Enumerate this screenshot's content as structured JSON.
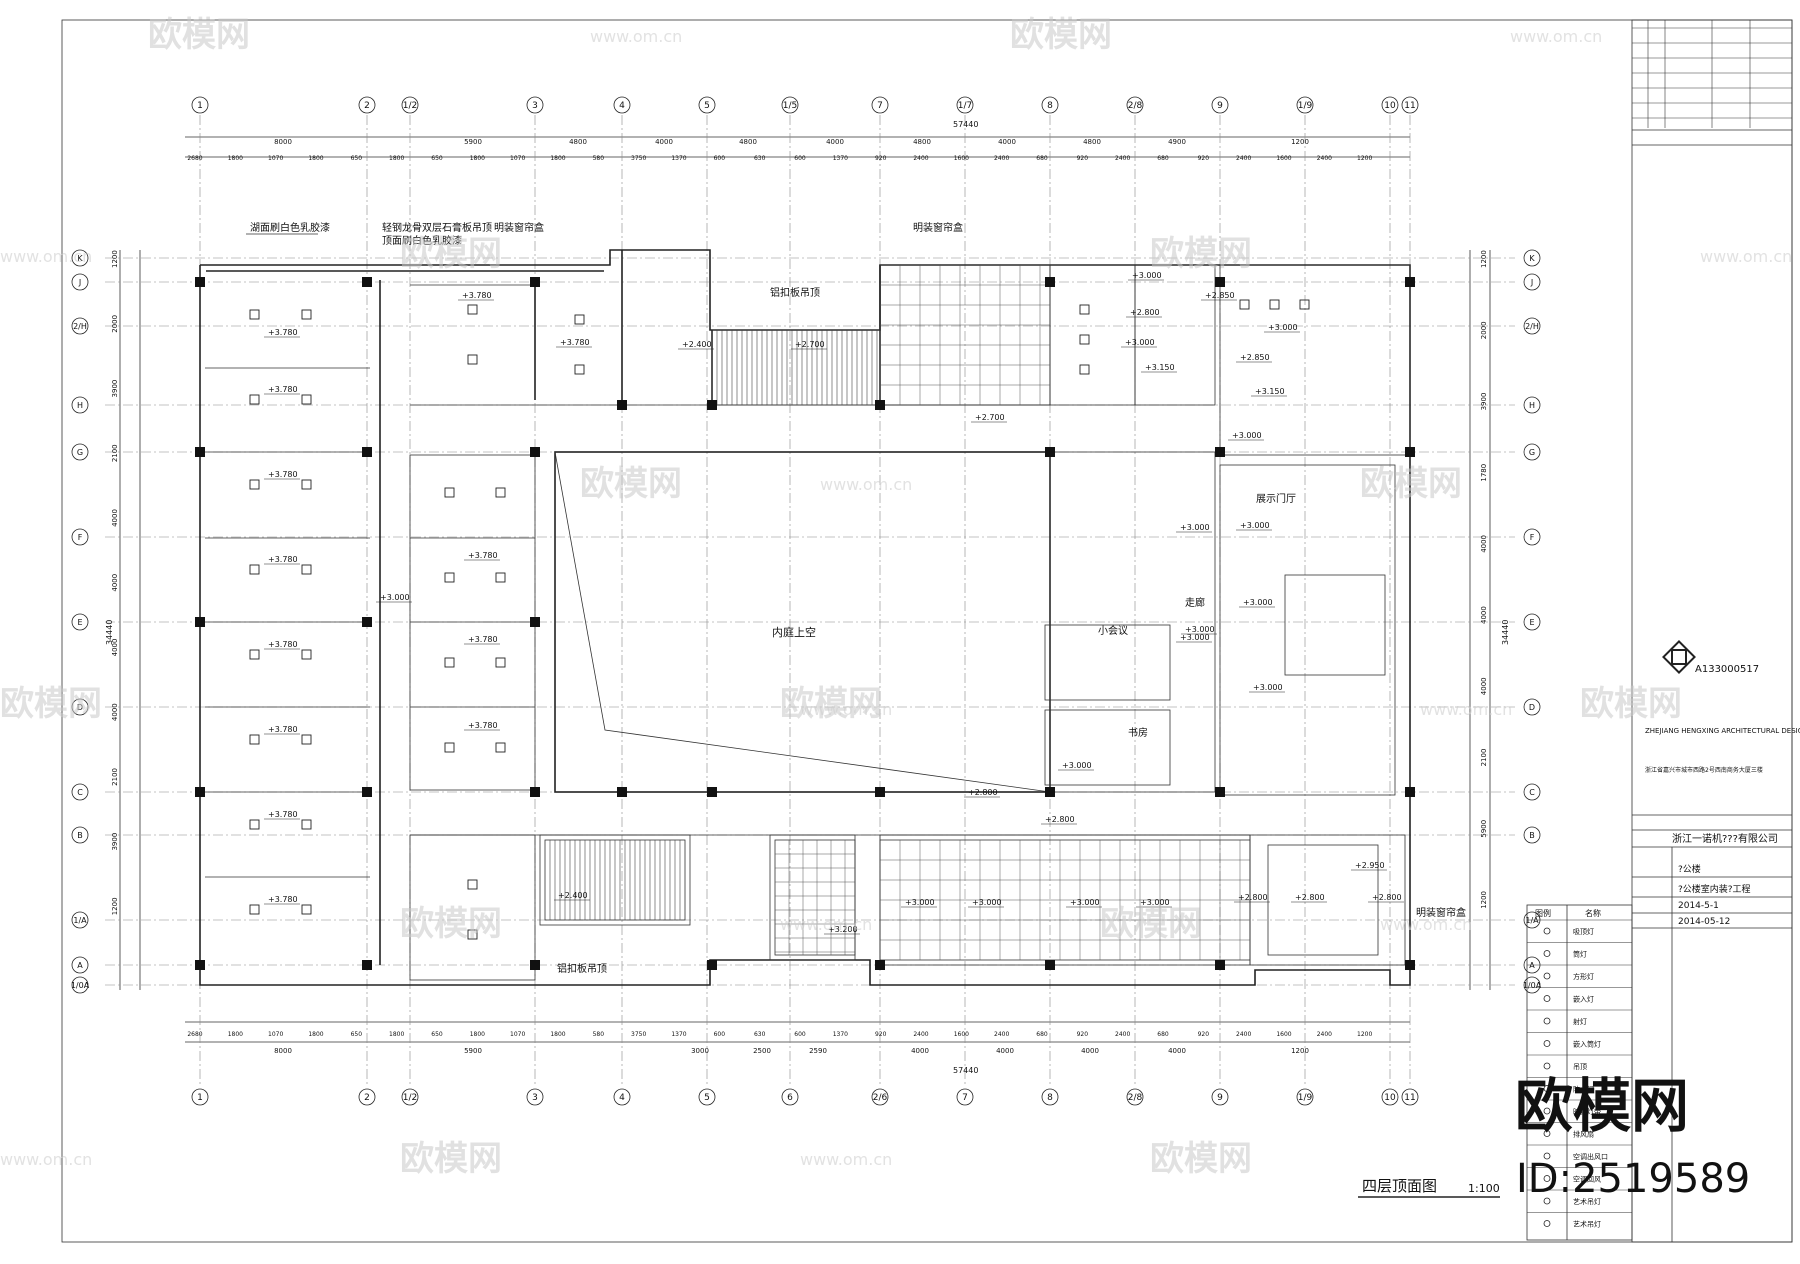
{
  "drawing": {
    "title": "四层顶面图",
    "scale": "1:100",
    "total_width_dim": "57440",
    "total_height_dim": "34440",
    "void_label": "内庭上空",
    "grid_columns": [
      "1",
      "2",
      "1/2",
      "3",
      "4",
      "5",
      "1/5",
      "7",
      "1/7",
      "8",
      "2/8",
      "9",
      "1/9",
      "10",
      "11"
    ],
    "grid_columns_bottom": [
      "1",
      "2",
      "1/2",
      "3",
      "4",
      "5",
      "6",
      "2/6",
      "7",
      "8",
      "2/8",
      "9",
      "1/9",
      "10",
      "11"
    ],
    "grid_rows": [
      "K",
      "J",
      "2/H",
      "H",
      "G",
      "F",
      "E",
      "D",
      "C",
      "B",
      "1/A",
      "A",
      "1/0A"
    ],
    "top_dims_major": [
      "8000",
      "5900",
      "4800",
      "4000",
      "4800",
      "4000",
      "4800",
      "4000",
      "4800",
      "4900",
      "1200"
    ],
    "top_dims_minor": [
      "2680",
      "1800",
      "1070",
      "1800",
      "650",
      "1800",
      "650",
      "1800",
      "1070",
      "1800",
      "580",
      "3750",
      "1370",
      "600",
      "630",
      "600",
      "1370",
      "920",
      "2400",
      "1600",
      "2400",
      "680",
      "920",
      "2400",
      "680",
      "920",
      "2400",
      "1600",
      "2400",
      "1200"
    ],
    "bottom_dims_major": [
      "8000",
      "5900",
      "3000",
      "2500",
      "2590",
      "4000",
      "4000",
      "4000",
      "4000",
      "1200"
    ],
    "left_dims": [
      "1200",
      "2000",
      "3900",
      "2100",
      "4000",
      "4000",
      "4000",
      "4000",
      "2100",
      "3900",
      "1200"
    ],
    "right_dims": [
      "1200",
      "2000",
      "3900",
      "1780",
      "4000",
      "4000",
      "4000",
      "2100",
      "5900",
      "1200"
    ],
    "annotations": {
      "ceiling_paint": "湖面刷白色乳胶漆",
      "gypsum_double": "轻钢龙骨双层石膏板吊顶",
      "gypsum_paint": "顶面刷白色乳胶漆",
      "curtain_box": "明装窗帘盒",
      "aluminum_ceiling": "铝扣板吊顶",
      "aluminum_ceiling_2": "铝扣板吊顶",
      "exhibition_hall": "展示门厅",
      "corridor": "走廊",
      "small_meeting": "小会议",
      "study": "书房",
      "curtain_box_2": "明装窗帘盒"
    },
    "elevations": [
      "+3.780",
      "+3.780",
      "+3.780",
      "+3.780",
      "+3.780",
      "+3.780",
      "+3.780",
      "+3.780",
      "+3.780",
      "+3.780",
      "+3.780",
      "+3.780",
      "+3.780",
      "+2.400",
      "+2.400",
      "+2.700",
      "+2.700",
      "+2.800",
      "+3.000",
      "+3.000",
      "+2.800",
      "+3.000",
      "+3.150",
      "+2.850",
      "+3.000",
      "+2.850",
      "+3.150",
      "+3.000",
      "+3.000",
      "+3.000",
      "+3.000",
      "+3.000",
      "+3.000",
      "+3.000",
      "+2.800",
      "+3.000",
      "+2.950",
      "+2.800",
      "+2.800",
      "+2.800",
      "+3.200",
      "+3.000",
      "+3.000",
      "+3.000",
      "+3.000"
    ]
  },
  "title_block": {
    "cert_no": "A133000517",
    "company_en": "ZHEJIANG HENGXING ARCHITECTURAL DESIGN CO.,LTD.",
    "company_cn_short": "浙江一诺机???有限公司",
    "project": "?公楼",
    "work": "?公楼室内装?工程",
    "date1": "2014-5-1",
    "date2": "2014-05-12",
    "address": "浙江省嘉兴市城市西路2号西南商务大厦三楼",
    "legend_header": [
      "图例",
      "名称"
    ],
    "legend_items": [
      "吸顶灯",
      "筒灯",
      "方形灯",
      "嵌入灯",
      "射灯",
      "嵌入筒灯",
      "吊顶",
      "防火门",
      "暗藏灯带",
      "排风扇",
      "空调出风口",
      "空调回风",
      "艺术吊灯",
      "艺术吊灯"
    ]
  },
  "watermark": {
    "brand": "欧模网",
    "url": "www.om.cn",
    "id": "ID:2519589"
  },
  "colors": {
    "line": "#222222",
    "grid": "#888888",
    "watermark": "#c9c9c9"
  }
}
